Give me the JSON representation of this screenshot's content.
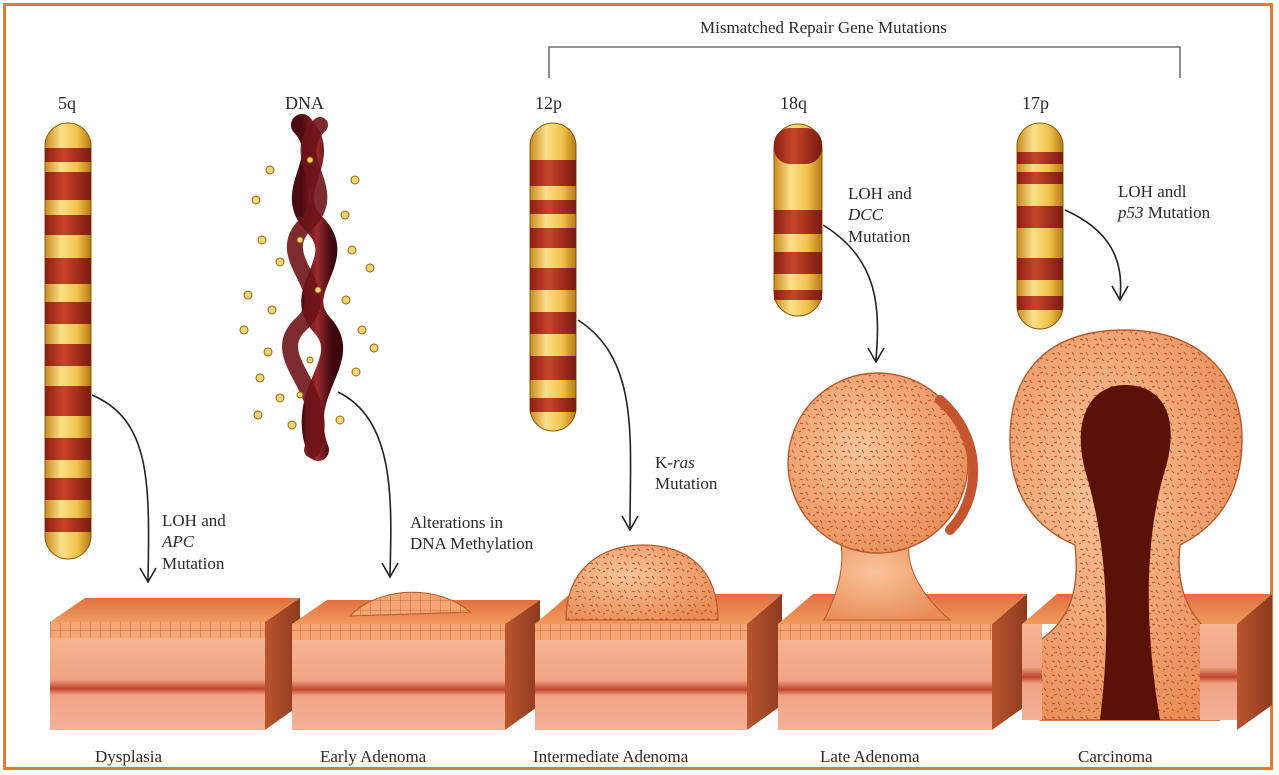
{
  "bracket_label": "Mismatched Repair Gene Mutations",
  "loci": [
    "5q",
    "DNA",
    "12p",
    "18q",
    "17p"
  ],
  "annotations": {
    "apc": {
      "line1": "LOH and",
      "gene": "APC",
      "line3": "Mutation"
    },
    "dna": {
      "line1": "Alterations in",
      "line2": "DNA Methylation"
    },
    "kras": {
      "prefix": "K-",
      "gene": "ras",
      "line2": "Mutation"
    },
    "dcc": {
      "line1": "LOH and",
      "gene": "DCC",
      "line3": "Mutation"
    },
    "p53": {
      "line1": "LOH andl",
      "gene": "p53",
      "suffix": " Mutation"
    }
  },
  "stages": [
    "Dysplasia",
    "Early Adenoma",
    "Intermediate Adenoma",
    "Late Adenoma",
    "Carcinoma"
  ],
  "colors": {
    "frame": "#e87a2c",
    "chromosome_gold": "#f2c24a",
    "chromosome_red": "#b8321e",
    "tissue": "#f0a070",
    "tissue_dark": "#d9734a"
  }
}
